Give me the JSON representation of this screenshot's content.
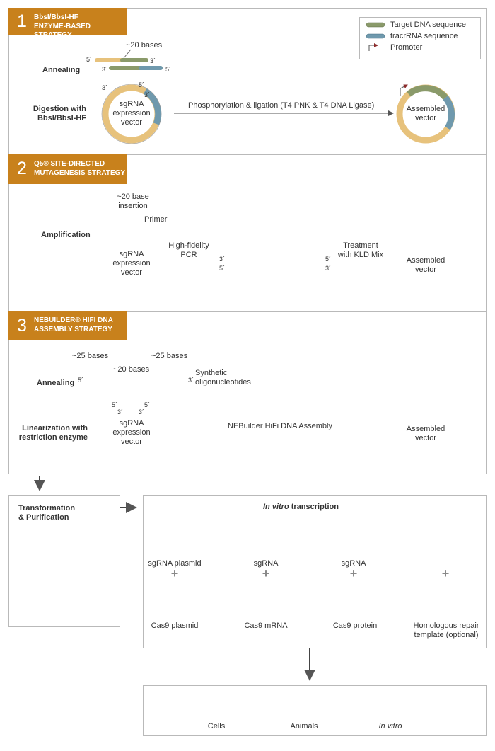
{
  "colors": {
    "accent": "#c8811c",
    "target": "#8a9a6a",
    "tracr": "#6f99ad",
    "backbone": "#e7c27c"
  },
  "legend": {
    "target": "Target DNA sequence",
    "tracr": "tracrRNA sequence",
    "promoter": "Promoter"
  },
  "s1": {
    "num": "1",
    "title1": "BbsI/BbsI-HF",
    "title2": "ENZYME-BASED STRATEGY",
    "annealing": "Annealing",
    "bases": "~20 bases",
    "digestion1": "Digestion with",
    "digestion2": "BbsI/BbsI-HF",
    "vec1": "sgRNA",
    "vec2": "expression",
    "vec3": "vector",
    "step": "Phosphorylation & ligation (T4 PNK & T4 DNA Ligase)",
    "asm1": "Assembled",
    "asm2": "vector"
  },
  "s2": {
    "num": "2",
    "title1": "Q5® SITE-DIRECTED",
    "title2": "MUTAGENESIS STRATEGY",
    "ins1": "~20 base",
    "ins2": "insertion",
    "primer": "Primer",
    "amp": "Amplification",
    "vec1": "sgRNA",
    "vec2": "expression",
    "vec3": "vector",
    "pcr1": "High-fidelity",
    "pcr2": "PCR",
    "treat1": "Treatment",
    "treat2": "with KLD Mix",
    "asm1": "Assembled",
    "asm2": "vector"
  },
  "s3": {
    "num": "3",
    "title1": "NEBUILDER® HIFI DNA",
    "title2": "ASSEMBLY STRATEGY",
    "b25a": "~25 bases",
    "b25b": "~25 bases",
    "b20": "~20 bases",
    "annealing": "Annealing",
    "syn1": "Synthetic",
    "syn2": "oligonucleotides",
    "lin1": "Linearization with",
    "lin2": "restriction enzyme",
    "vec1": "sgRNA",
    "vec2": "expression",
    "vec3": "vector",
    "step": "NEBuilder HiFi DNA Assembly",
    "asm1": "Assembled",
    "asm2": "vector"
  },
  "ends": {
    "five": "5´",
    "three": "3´"
  },
  "transform": {
    "l1": "Transformation",
    "l2": "& Purification"
  },
  "ivt": {
    "title_i": "In vitro",
    "title_r": " transcription",
    "sgp": "sgRNA plasmid",
    "sg1": "sgRNA",
    "sg2": "sgRNA",
    "c9p": "Cas9 plasmid",
    "c9m": "Cas9 mRNA",
    "c9pr": "Cas9 protein",
    "hr1": "Homologous repair",
    "hr2": "template (optional)",
    "plus": "+"
  },
  "targets": {
    "cells": "Cells",
    "animals": "Animals",
    "invitro": "In vitro"
  }
}
